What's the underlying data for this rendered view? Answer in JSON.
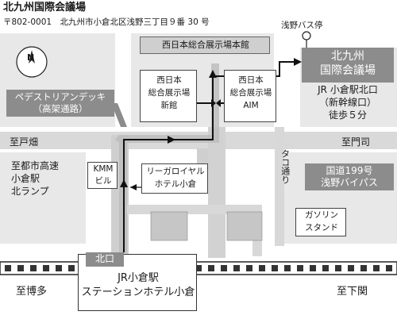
{
  "header": {
    "title": "北九州国際会議場",
    "address": "〒802-0001　北九州市小倉北区浅野三丁目９番 30 号"
  },
  "compass": {
    "label": "N"
  },
  "labels": {
    "bus_stop": "浅野バス停",
    "honkan": "西日本総合展示場本館",
    "venue": [
      "北九州",
      "国際会議場"
    ],
    "station_north_exit": [
      "JR 小倉駅北口",
      "（新幹線口）",
      "徒歩５分"
    ],
    "pedestrian_deck": [
      "ペデストリアンデッキ",
      "（高架通路）"
    ],
    "shinkan": [
      "西日本",
      "総合展示場",
      "新館"
    ],
    "aim": [
      "西日本",
      "総合展示場",
      "AIM"
    ],
    "to_tobata": "至戸畑",
    "to_mojiko": "至門司",
    "expressway": [
      "至都市高速",
      "小倉駅",
      "北ランプ"
    ],
    "kmm": [
      "KMM",
      "ビル"
    ],
    "rihga": [
      "リーガロイヤル",
      "ホテル小倉"
    ],
    "tako_street": "タコ通り",
    "route199": [
      "国道199号",
      "浅野バイパス"
    ],
    "gas_station": [
      "ガソリン",
      "スタンド"
    ],
    "kitaguchi": "北口",
    "station_hotel": [
      "JR小倉駅",
      "ステーションホテル小倉"
    ],
    "to_hakata": "至博多",
    "to_shimonoseki": "至下関"
  },
  "colors": {
    "venue_fill": "#8c8c8c",
    "road": "#d4d4d4",
    "building": "#e7e7e7",
    "route": "#111111"
  }
}
